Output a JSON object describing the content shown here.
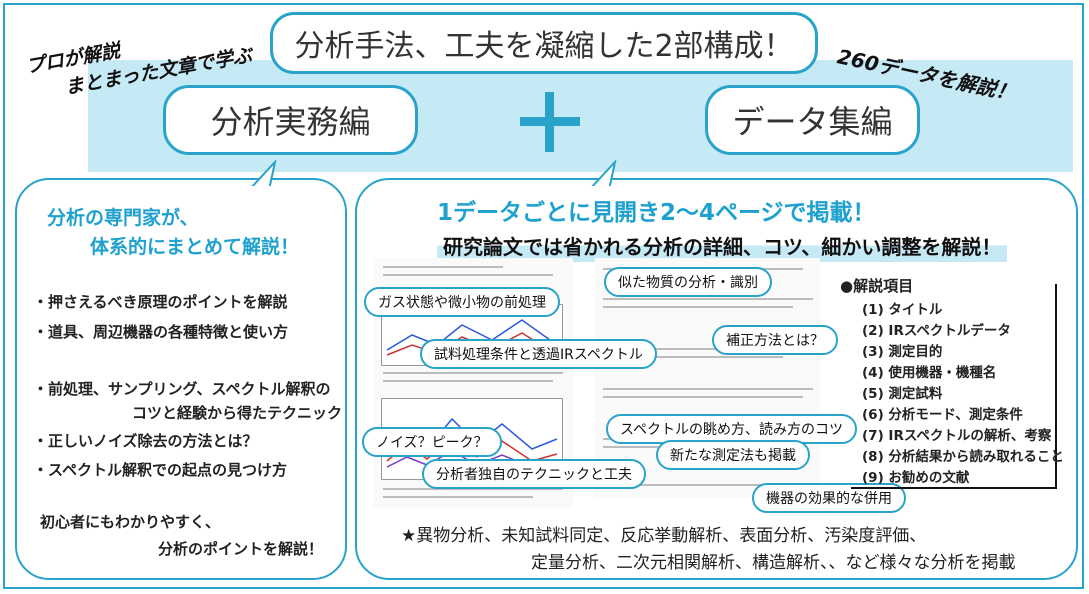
{
  "header": {
    "title": "分析手法、工夫を凝縮した2部構成！",
    "left_tag_line1": "プロが解説",
    "left_tag_line2": "まとまった文章で学ぶ",
    "right_tag": "260データを解説！",
    "part1": "分析実務編",
    "part2": "データ集編"
  },
  "left_panel": {
    "heading_line1": "分析の専門家が、",
    "heading_line2": "体系的にまとめて解説！",
    "bullets": [
      "・押さえるべき原理のポイントを解説",
      "・道具、周辺機器の各種特徴と使い方",
      "・前処理、サンプリング、スペクトル解釈の",
      "コツと経験から得たテクニック",
      "・正しいノイズ除去の方法とは？",
      "・スペクトル解釈での起点の見つけ方"
    ],
    "footer_line1": "初心者にもわかりやすく、",
    "footer_line2": "分析のポイントを解説！"
  },
  "right_panel": {
    "heading1": "1データごとに見開き2～4ページで掲載！",
    "heading2": "研究論文では省かれる分析の詳細、コツ、細かい調整を解説！",
    "callouts": [
      "ガス状態や微小物の前処理",
      "似た物質の分析・識別",
      "補正方法とは？",
      "試料処理条件と透過IRスペクトル",
      "ノイズ？ピーク？",
      "スペクトルの眺め方、読み方のコツ",
      "新たな測定法も掲載",
      "分析者独自のテクニックと工夫",
      "機器の効果的な併用"
    ],
    "items_title": "●解説項目",
    "items": [
      "(1) タイトル",
      "(2) IRスペクトルデータ",
      "(3) 測定目的",
      "(4) 使用機器・機種名",
      "(5) 測定試料",
      "(6) 分析モード、測定条件",
      "(7) IRスペクトルの解析、考察",
      "(8) 分析結果から読み取れること",
      "(9) お勧めの文献"
    ],
    "footer_line1": "★異物分析、未知試料同定、反応挙動解析、表面分析、汚染度評価、",
    "footer_line2": "定量分析、二次元相関解析、構造解析、、など様々な分析を掲載"
  },
  "colors": {
    "accent": "#29a3c9",
    "band": "#c6e9f6",
    "heading": "#1ea1cf"
  }
}
